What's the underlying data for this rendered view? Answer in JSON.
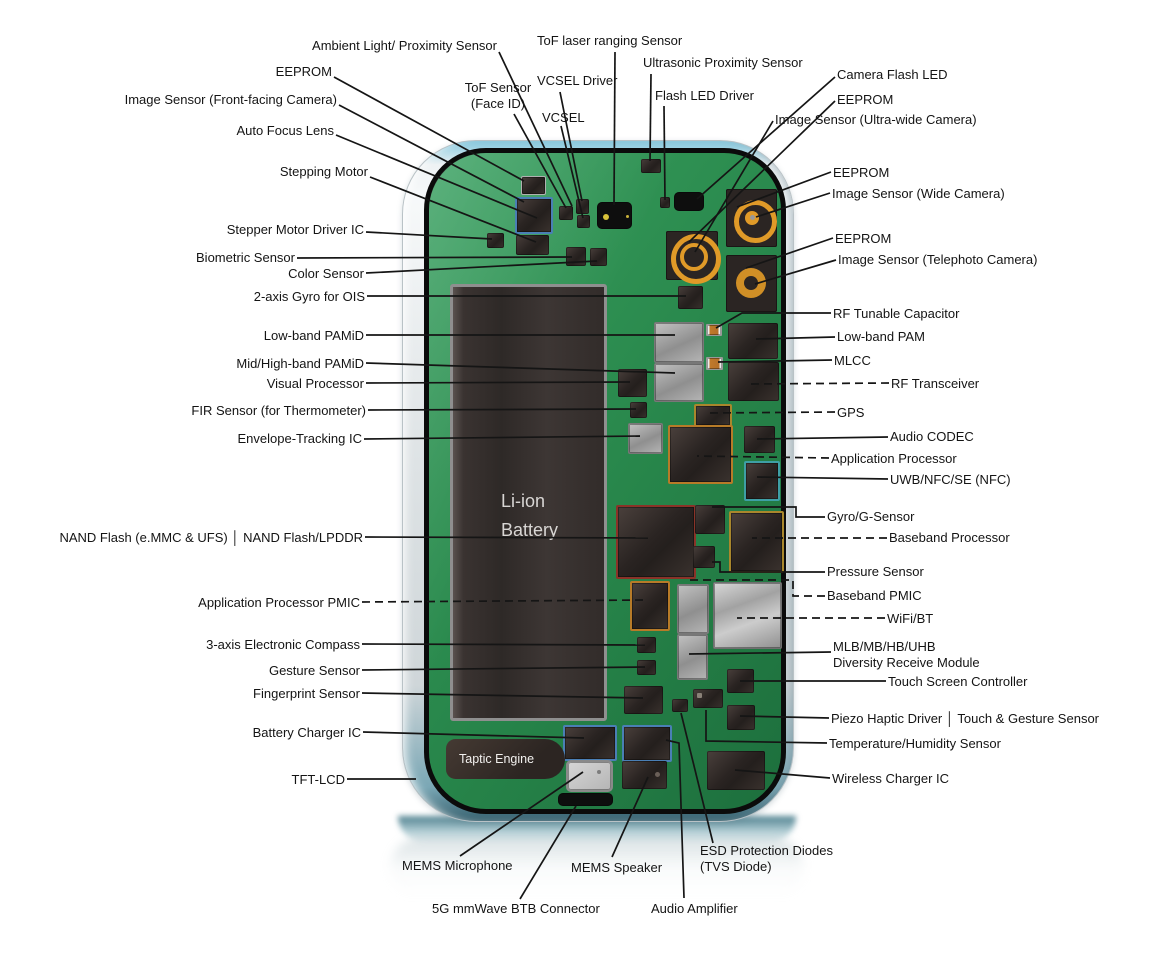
{
  "title": "Smartphone internal components teardown diagram",
  "phone": {
    "battery_line1": "Li-ion",
    "battery_line2": "Battery",
    "taptic_label": "Taptic Engine"
  },
  "colors": {
    "pcb_green": "#2f9153",
    "camera_orange": "#e09a28",
    "chip_dark": "#2a2422",
    "frame_silver": "#dfe4e6",
    "label_text": "#141414"
  },
  "labels": {
    "ambient": {
      "text": "Ambient Light/ Proximity Sensor"
    },
    "eeprom_left": {
      "text": "EEPROM"
    },
    "image_front": {
      "text": "Image Sensor (Front-facing Camera)"
    },
    "autofocus": {
      "text": "Auto Focus Lens"
    },
    "stepping": {
      "text": "Stepping Motor"
    },
    "stepper_driver": {
      "text": "Stepper Motor Driver IC"
    },
    "tof_face": {
      "text": "ToF Sensor\n(Face ID)"
    },
    "vcsel_driver": {
      "text": "VCSEL Driver"
    },
    "vcsel": {
      "text": "VCSEL"
    },
    "tof_laser": {
      "text": "ToF laser ranging Sensor"
    },
    "ultrasonic": {
      "text": "Ultrasonic Proximity Sensor"
    },
    "flash_driver": {
      "text": "Flash LED Driver"
    },
    "camera_flash": {
      "text": "Camera Flash LED"
    },
    "eeprom_uw": {
      "text": "EEPROM"
    },
    "image_uw": {
      "text": "Image Sensor (Ultra-wide Camera)"
    },
    "eeprom_wide": {
      "text": "EEPROM"
    },
    "image_wide": {
      "text": "Image Sensor (Wide Camera)"
    },
    "eeprom_tele": {
      "text": "EEPROM"
    },
    "image_tele": {
      "text": "Image Sensor (Telephoto Camera)"
    },
    "biometric": {
      "text": "Biometric Sensor"
    },
    "color_sensor": {
      "text": "Color Sensor"
    },
    "gyro_ois": {
      "text": "2-axis Gyro for OIS"
    },
    "lowband_pamid": {
      "text": "Low-band PAMiD"
    },
    "midhigh_pamid": {
      "text": "Mid/High-band PAMiD"
    },
    "visual_proc": {
      "text": "Visual Processor"
    },
    "fir": {
      "text": "FIR Sensor (for Thermometer)"
    },
    "envelope": {
      "text": "Envelope-Tracking IC"
    },
    "nand": {
      "text": "NAND Flash (e.MMC & UFS) │ NAND Flash/LPDDR"
    },
    "ap_pmic": {
      "text": "Application Processor PMIC"
    },
    "compass": {
      "text": "3-axis Electronic Compass"
    },
    "gesture": {
      "text": "Gesture Sensor"
    },
    "fingerprint": {
      "text": "Fingerprint Sensor"
    },
    "batt_charger": {
      "text": "Battery Charger IC"
    },
    "tft": {
      "text": "TFT-LCD"
    },
    "rf_cap": {
      "text": "RF Tunable Capacitor"
    },
    "lowband_pam": {
      "text": "Low-band PAM"
    },
    "mlcc": {
      "text": "MLCC"
    },
    "rf_trans": {
      "text": "RF Transceiver"
    },
    "gps": {
      "text": "GPS"
    },
    "audio_codec": {
      "text": "Audio CODEC"
    },
    "app_proc": {
      "text": "Application Processor"
    },
    "uwb": {
      "text": "UWB/NFC/SE (NFC)"
    },
    "gyro_g": {
      "text": "Gyro/G-Sensor"
    },
    "baseband_proc": {
      "text": "Baseband Processor"
    },
    "pressure": {
      "text": "Pressure Sensor"
    },
    "baseband_pmic": {
      "text": "Baseband PMIC"
    },
    "wifi": {
      "text": "WiFi/BT"
    },
    "diversity": {
      "text": "MLB/MB/HB/UHB\nDiversity Receive Module"
    },
    "touch_ctrl": {
      "text": "Touch Screen Controller"
    },
    "piezo": {
      "text": "Piezo Haptic Driver │ Touch & Gesture Sensor"
    },
    "temp": {
      "text": "Temperature/Humidity Sensor"
    },
    "wireless": {
      "text": "Wireless Charger IC"
    },
    "mems_mic": {
      "text": "MEMS Microphone"
    },
    "speaker": {
      "text": "MEMS Speaker"
    },
    "esd": {
      "text": "ESD Protection Diodes\n(TVS Diode)"
    },
    "btb": {
      "text": "5G mmWave BTB Connector"
    },
    "audio_amp": {
      "text": "Audio Amplifier"
    }
  }
}
